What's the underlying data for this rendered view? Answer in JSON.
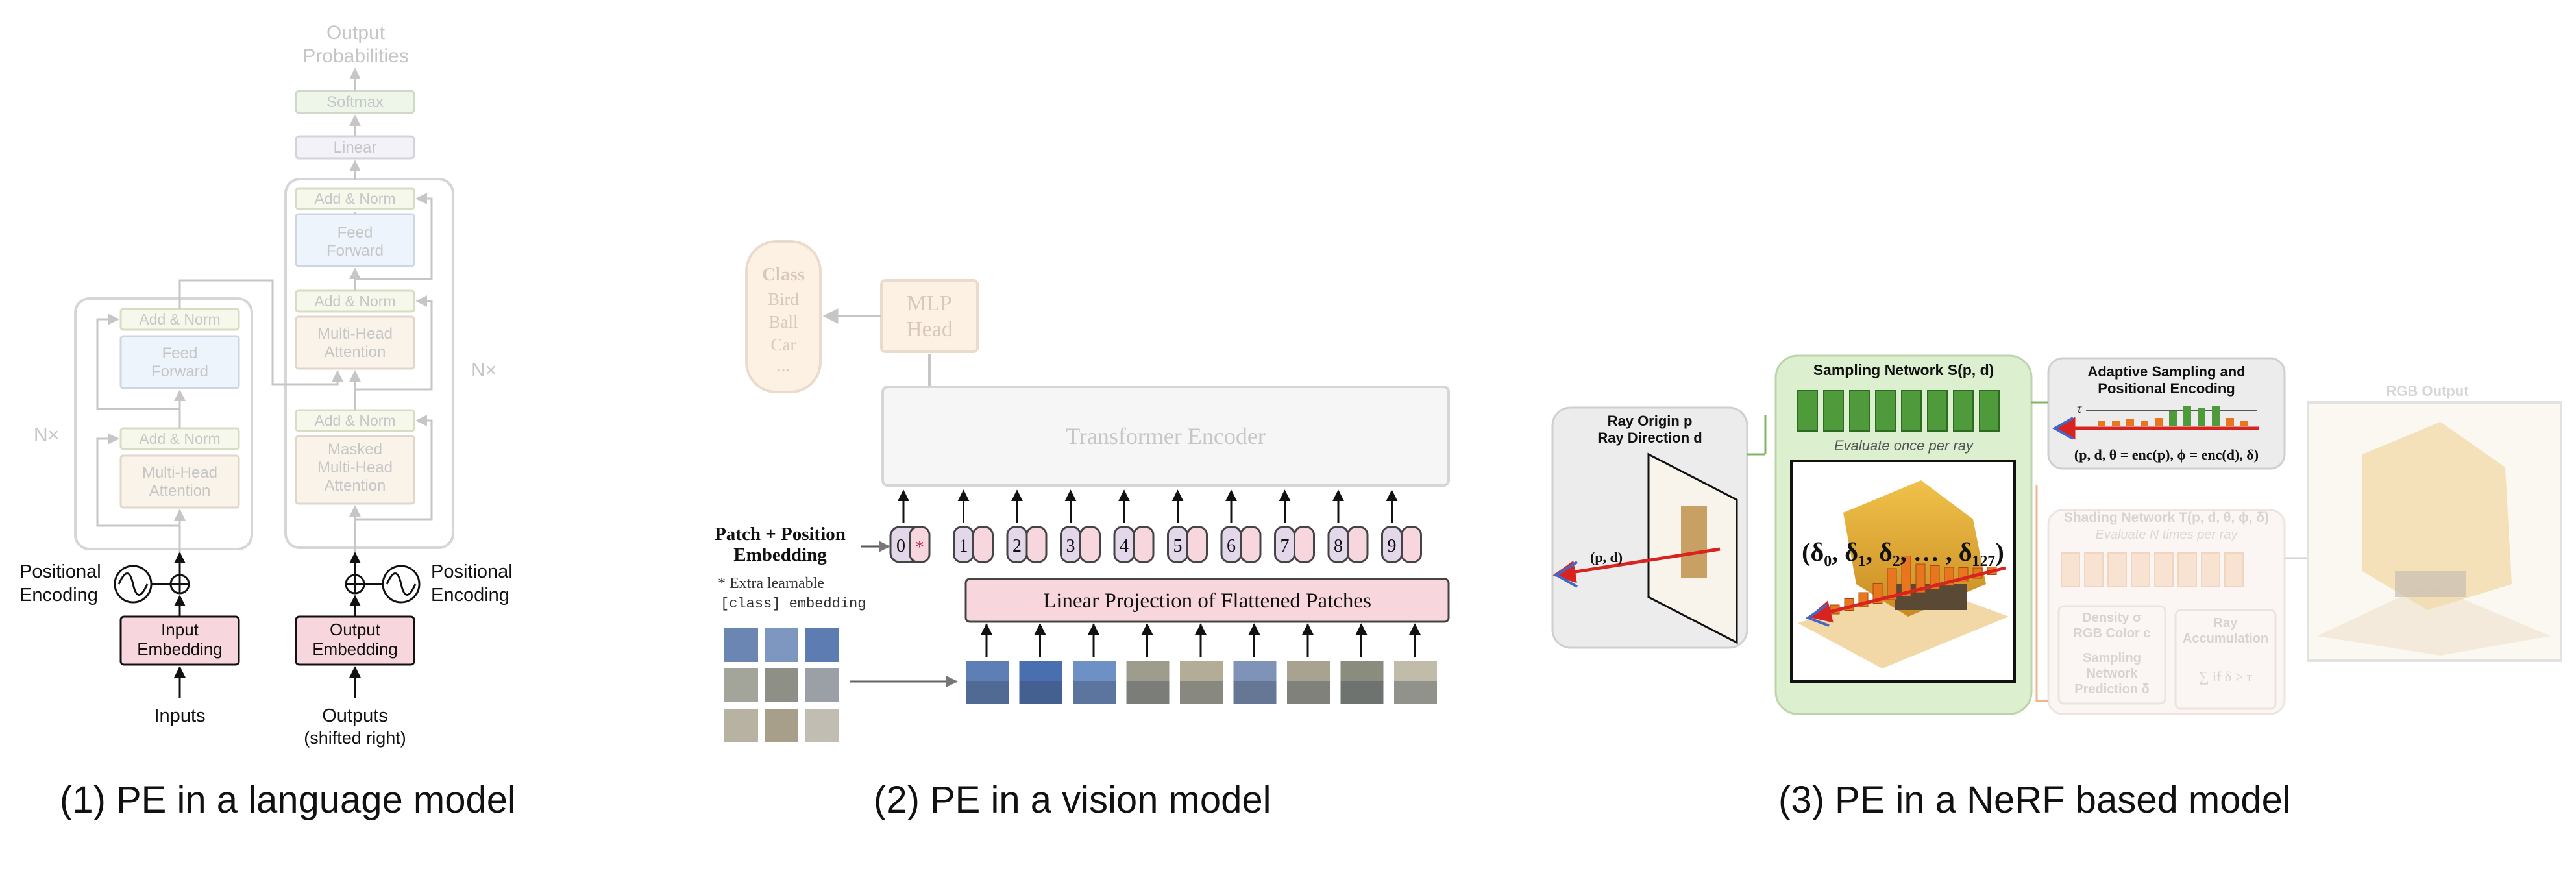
{
  "captions": {
    "language": "(1) PE in a language model",
    "vision": "(2) PE in a vision model",
    "nerf": "(3) PE in a NeRF based model"
  },
  "transformer": {
    "output_probabilities": [
      "Output",
      "Probabilities"
    ],
    "softmax": "Softmax",
    "linear": "Linear",
    "add_norm": "Add & Norm",
    "feed_forward": [
      "Feed",
      "Forward"
    ],
    "multi_head_attention": [
      "Multi-Head",
      "Attention"
    ],
    "masked_multi_head_attention": [
      "Masked",
      "Multi-Head",
      "Attention"
    ],
    "nx": "N×",
    "positional_encoding": [
      "Positional",
      "Encoding"
    ],
    "input_embedding": [
      "Input",
      "Embedding"
    ],
    "output_embedding": [
      "Output",
      "Embedding"
    ],
    "inputs": "Inputs",
    "outputs": [
      "Outputs",
      "(shifted right)"
    ]
  },
  "vit": {
    "class_labels": [
      "Class",
      "Bird",
      "Ball",
      "Car",
      "..."
    ],
    "mlp_head": [
      "MLP",
      "Head"
    ],
    "transformer_encoder": "Transformer Encoder",
    "patch_position_embedding": [
      "Patch + Position",
      "Embedding"
    ],
    "extra_learnable": [
      "* Extra learnable",
      "[class] embedding"
    ],
    "linear_projection": "Linear Projection of Flattened Patches",
    "token_numbers": [
      "0",
      "1",
      "2",
      "3",
      "4",
      "5",
      "6",
      "7",
      "8",
      "9"
    ],
    "class_token_marker": "*"
  },
  "nerf": {
    "ray_origin": [
      "Ray Origin p",
      "Ray Direction d"
    ],
    "ray_label": "(p, d)",
    "sampling_network": "Sampling Network S(p, d)",
    "evaluate_once": "Evaluate once per ray",
    "deltas": "(δ₀, δ₁, δ₂, … , δ₁₂₇)",
    "adaptive_sampling": [
      "Adaptive Sampling and",
      "Positional Encoding"
    ],
    "tau": "τ",
    "encoding_formula": "(p, d, θ = enc(p), ϕ = enc(d), δ)",
    "shading_network": "Shading Network T(p, d, θ, ϕ, δ)",
    "evaluate_n_times": "Evaluate N times per ray",
    "density": [
      "Density σ",
      "RGB Color c"
    ],
    "sampling_prediction": [
      "Sampling",
      "Network",
      "Prediction δ"
    ],
    "ray_accumulation": [
      "Ray",
      "Accumulation"
    ],
    "sum_formula": "∑ if δ ≥ τ",
    "rgb_output": "RGB Output"
  },
  "colors": {
    "embed_fill": "#f7d7dd",
    "token_fill": "#e3d7ea",
    "nerf_green": "#dcefcf",
    "green_block": "#4f9a3b",
    "ray_red": "#d8231f",
    "ray_blue": "#4267c8",
    "faint": "#c6c6c6"
  }
}
